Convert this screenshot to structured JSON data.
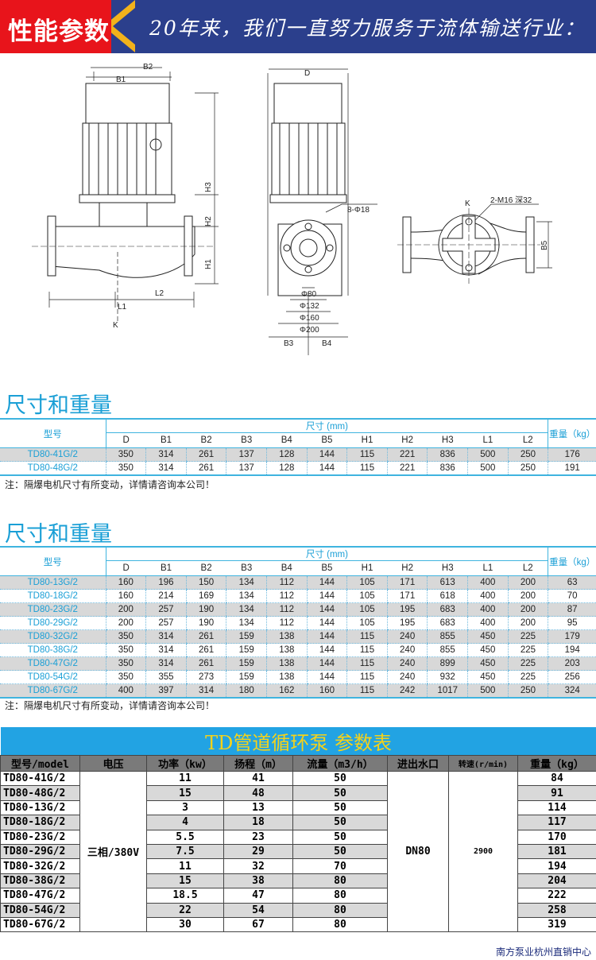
{
  "banner": {
    "label": "性能参数",
    "slogan": "20年来，我们一直努力服务于流体输送行业："
  },
  "diagram": {
    "labels": {
      "b2": "B2",
      "b1": "B1",
      "h3": "H3",
      "h2": "H2",
      "h1": "H1",
      "l1": "L1",
      "l2": "L2",
      "k1": "K",
      "d": "D",
      "holes": "8-Φ18",
      "p80": "Φ80",
      "p132": "Φ132",
      "p160": "Φ160",
      "p200": "Φ200",
      "b3": "B3",
      "b4": "B4",
      "k2": "K",
      "m16": "2-M16 深32",
      "b5": "B5"
    }
  },
  "table1": {
    "title": "尺寸和重量",
    "model_header": "型号",
    "dim_header": "尺寸 (mm)",
    "weight_header": "重量（kg）",
    "columns": [
      "D",
      "B1",
      "B2",
      "B3",
      "B4",
      "B5",
      "H1",
      "H2",
      "H3",
      "L1",
      "L2"
    ],
    "rows": [
      [
        "TD80-41G/2",
        "350",
        "314",
        "261",
        "137",
        "128",
        "144",
        "115",
        "221",
        "836",
        "500",
        "250",
        "176"
      ],
      [
        "TD80-48G/2",
        "350",
        "314",
        "261",
        "137",
        "128",
        "144",
        "115",
        "221",
        "836",
        "500",
        "250",
        "191"
      ]
    ],
    "note": "注：隔爆电机尺寸有所变动，详情请咨询本公司！"
  },
  "table2": {
    "title": "尺寸和重量",
    "model_header": "型号",
    "dim_header": "尺寸 (mm)",
    "weight_header": "重量（kg）",
    "columns": [
      "D",
      "B1",
      "B2",
      "B3",
      "B4",
      "B5",
      "H1",
      "H2",
      "H3",
      "L1",
      "L2"
    ],
    "rows": [
      [
        "TD80-13G/2",
        "160",
        "196",
        "150",
        "134",
        "112",
        "144",
        "105",
        "171",
        "613",
        "400",
        "200",
        "63"
      ],
      [
        "TD80-18G/2",
        "160",
        "214",
        "169",
        "134",
        "112",
        "144",
        "105",
        "171",
        "618",
        "400",
        "200",
        "70"
      ],
      [
        "TD80-23G/2",
        "200",
        "257",
        "190",
        "134",
        "112",
        "144",
        "105",
        "195",
        "683",
        "400",
        "200",
        "87"
      ],
      [
        "TD80-29G/2",
        "200",
        "257",
        "190",
        "134",
        "112",
        "144",
        "105",
        "195",
        "683",
        "400",
        "200",
        "95"
      ],
      [
        "TD80-32G/2",
        "350",
        "314",
        "261",
        "159",
        "138",
        "144",
        "115",
        "240",
        "855",
        "450",
        "225",
        "179"
      ],
      [
        "TD80-38G/2",
        "350",
        "314",
        "261",
        "159",
        "138",
        "144",
        "115",
        "240",
        "855",
        "450",
        "225",
        "194"
      ],
      [
        "TD80-47G/2",
        "350",
        "314",
        "261",
        "159",
        "138",
        "144",
        "115",
        "240",
        "899",
        "450",
        "225",
        "203"
      ],
      [
        "TD80-54G/2",
        "350",
        "355",
        "273",
        "159",
        "138",
        "144",
        "115",
        "240",
        "932",
        "450",
        "225",
        "256"
      ],
      [
        "TD80-67G/2",
        "400",
        "397",
        "314",
        "180",
        "162",
        "160",
        "115",
        "242",
        "1017",
        "500",
        "250",
        "324"
      ]
    ],
    "note": "注：隔爆电机尺寸有所变动，详情请咨询本公司！"
  },
  "table3": {
    "title": "TD管道循环泵  参数表",
    "headers": [
      "型号/model",
      "电压",
      "功率（kw）",
      "扬程（m）",
      "流量（m3/h）",
      "进出水口",
      "转速(r/min)",
      "重量（kg）"
    ],
    "voltage": "三相/380V",
    "port": "DN80",
    "speed": "2900",
    "rows": [
      [
        "TD80-41G/2",
        "11",
        "41",
        "50",
        "84"
      ],
      [
        "TD80-48G/2",
        "15",
        "48",
        "50",
        "91"
      ],
      [
        "TD80-13G/2",
        "3",
        "13",
        "50",
        "114"
      ],
      [
        "TD80-18G/2",
        "4",
        "18",
        "50",
        "117"
      ],
      [
        "TD80-23G/2",
        "5.5",
        "23",
        "50",
        "170"
      ],
      [
        "TD80-29G/2",
        "7.5",
        "29",
        "50",
        "181"
      ],
      [
        "TD80-32G/2",
        "11",
        "32",
        "70",
        "194"
      ],
      [
        "TD80-38G/2",
        "15",
        "38",
        "80",
        "204"
      ],
      [
        "TD80-47G/2",
        "18.5",
        "47",
        "80",
        "222"
      ],
      [
        "TD80-54G/2",
        "22",
        "54",
        "80",
        "258"
      ],
      [
        "TD80-67G/2",
        "30",
        "67",
        "80",
        "319"
      ]
    ]
  },
  "footer": "南方泵业杭州直销中心"
}
